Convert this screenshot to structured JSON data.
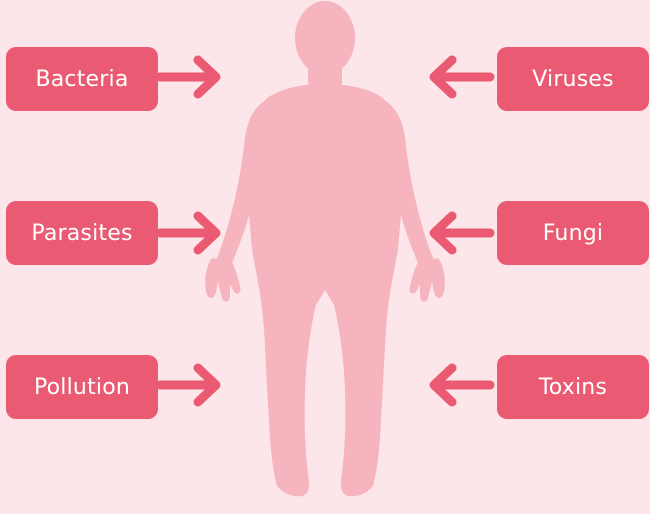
{
  "colors": {
    "background": "#fce6ea",
    "box": "#ea5b73",
    "arrow": "#ea5b73",
    "body_silhouette": "#f6b4bf"
  },
  "icons": {
    "figure": "human-body-silhouette-icon",
    "arrow_right": "arrow-right-icon",
    "arrow_left": "arrow-left-icon"
  },
  "left_labels": [
    "Bacteria",
    "Parasites",
    "Pollution"
  ],
  "right_labels": [
    "Viruses",
    "Fungi",
    "Toxins"
  ]
}
